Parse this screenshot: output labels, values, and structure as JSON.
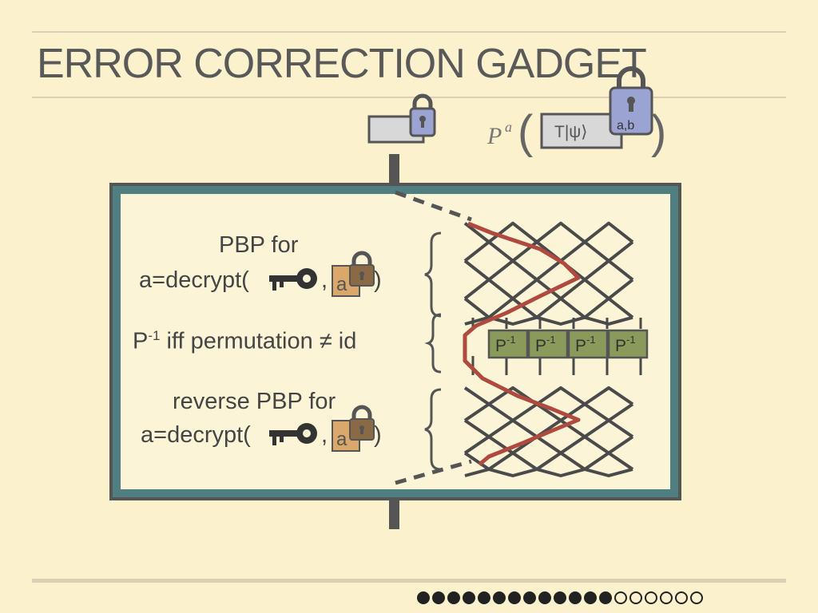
{
  "slide": {
    "title": "ERROR CORRECTION GADGET",
    "header_formula": {
      "operator": "P",
      "superscript": "a",
      "state": "T|ψ⟩",
      "lock_label": "a,b"
    },
    "rows": [
      {
        "line1": "PBP for",
        "line2_prefix": "a=decrypt(",
        "sep": ",",
        "lock_label": "a",
        "suffix": ")"
      },
      {
        "base": "P",
        "sup": "-1",
        "rest": " iff permutation ≠ id"
      },
      {
        "line1": "reverse PBP for",
        "line2_prefix": "a=decrypt(",
        "sep": ",",
        "lock_label": "a",
        "suffix": ")"
      }
    ],
    "p_inverse_blocks": [
      {
        "base": "P",
        "sup": "-1"
      },
      {
        "base": "P",
        "sup": "-1"
      },
      {
        "base": "P",
        "sup": "-1"
      },
      {
        "base": "P",
        "sup": "-1"
      }
    ],
    "progress": {
      "total_slides": 19,
      "current_slide": 13
    }
  },
  "colors": {
    "background": "#fbf1cc",
    "frame_outer": "#555555",
    "frame_inner": "#4f7f80",
    "panel": "#fbf4d6",
    "wire": "#4a4a4a",
    "highlight_path": "#b04a3e",
    "p_block_fill": "#8a9a5b",
    "lock_blue": "#9aa3d1",
    "lock_orange": "#c99a62",
    "lock_shackle": "#7a5a35"
  }
}
